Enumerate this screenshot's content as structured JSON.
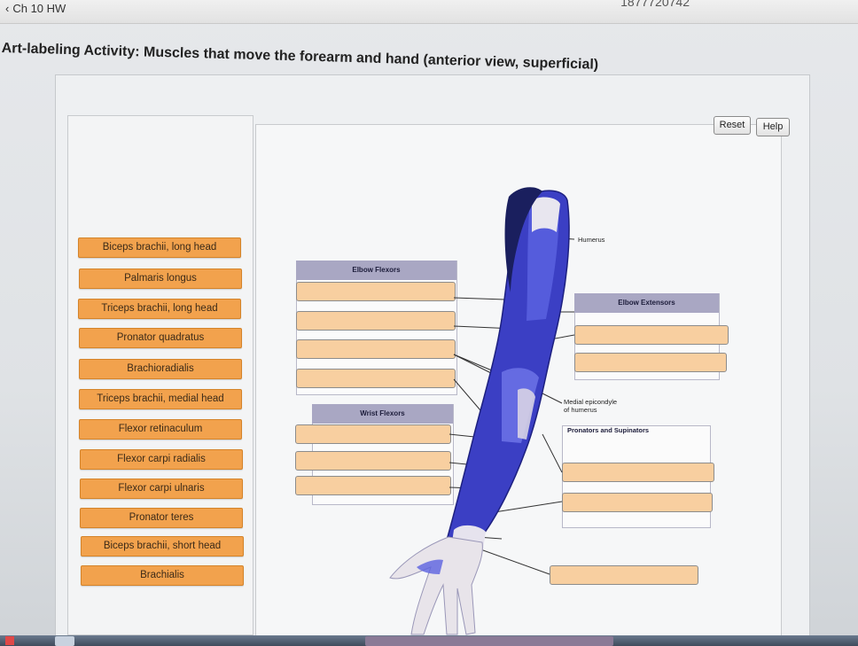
{
  "header": {
    "breadcrumb": "Ch 10 HW",
    "problem_id": "1877720742"
  },
  "activity": {
    "title": "Art-labeling Activity: Muscles that move the forearm and hand (anterior view, superficial)"
  },
  "toolbar": {
    "reset_label": "Reset",
    "help_label": "Help"
  },
  "labels": [
    "Biceps brachii, long head",
    "Palmaris longus",
    "Triceps brachii, long head",
    "Pronator quadratus",
    "Brachioradialis",
    "Triceps brachii, medial head",
    "Flexor retinaculum",
    "Flexor carpi radialis",
    "Flexor carpi ulnaris",
    "Pronator teres",
    "Biceps brachii, short head",
    "Brachialis"
  ],
  "groups": {
    "elbow_flexors": "Elbow Flexors",
    "elbow_extensors": "Elbow Extensors",
    "wrist_flexors": "Wrist Flexors",
    "pronators_supinators": "Pronators and Supinators"
  },
  "diagram": {
    "humerus": "Humerus",
    "medial_epicondyle_line1": "Medial epicondyle",
    "medial_epicondyle_line2": "of humerus"
  },
  "colors": {
    "chip": "#f2a24d",
    "drop": "#f8cfa0",
    "header": "#a9a7c3",
    "muscle": "#3b3fc4"
  },
  "icons": [
    "chevron-left-icon",
    "start-icon"
  ]
}
